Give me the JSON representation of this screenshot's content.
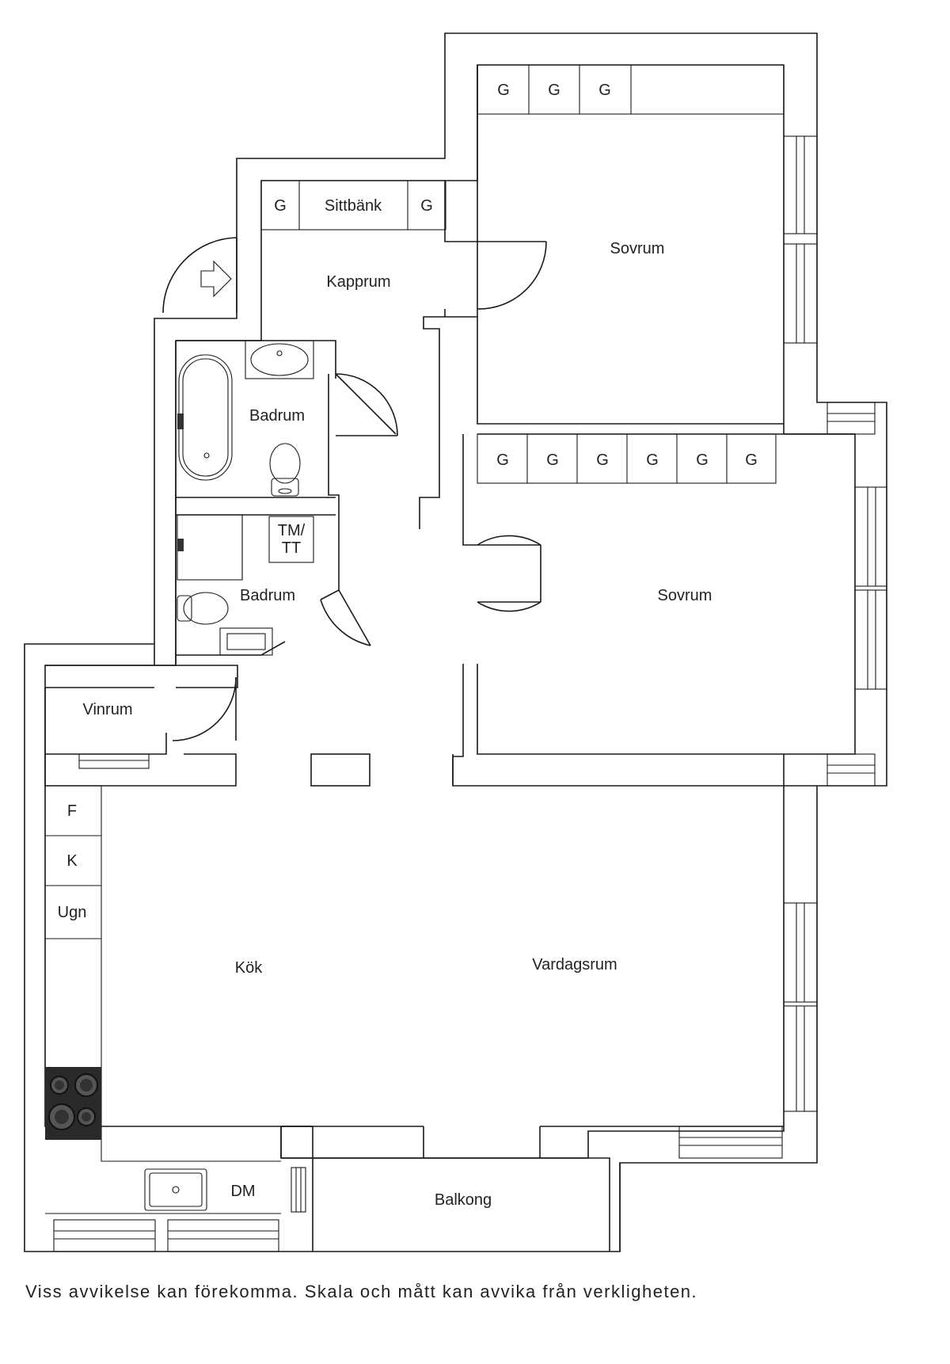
{
  "rooms": {
    "kapprum": "Kapprum",
    "sovrum_top": "Sovrum",
    "sovrum_mid": "Sovrum",
    "badrum_top": "Badrum",
    "badrum_bottom": "Badrum",
    "vinrum": "Vinrum",
    "kok": "Kök",
    "vardagsrum": "Vardagsrum",
    "balkong": "Balkong"
  },
  "fixtures": {
    "garderob": "G",
    "sittbank": "Sittbänk",
    "tm_tt_line1": "TM/",
    "tm_tt_line2": "TT",
    "fridge": "F",
    "freezer": "K",
    "oven": "Ugn",
    "dishwasher": "DM"
  },
  "disclaimer": "Viss avvikelse kan förekomma. Skala och mått kan avvika från verkligheten."
}
